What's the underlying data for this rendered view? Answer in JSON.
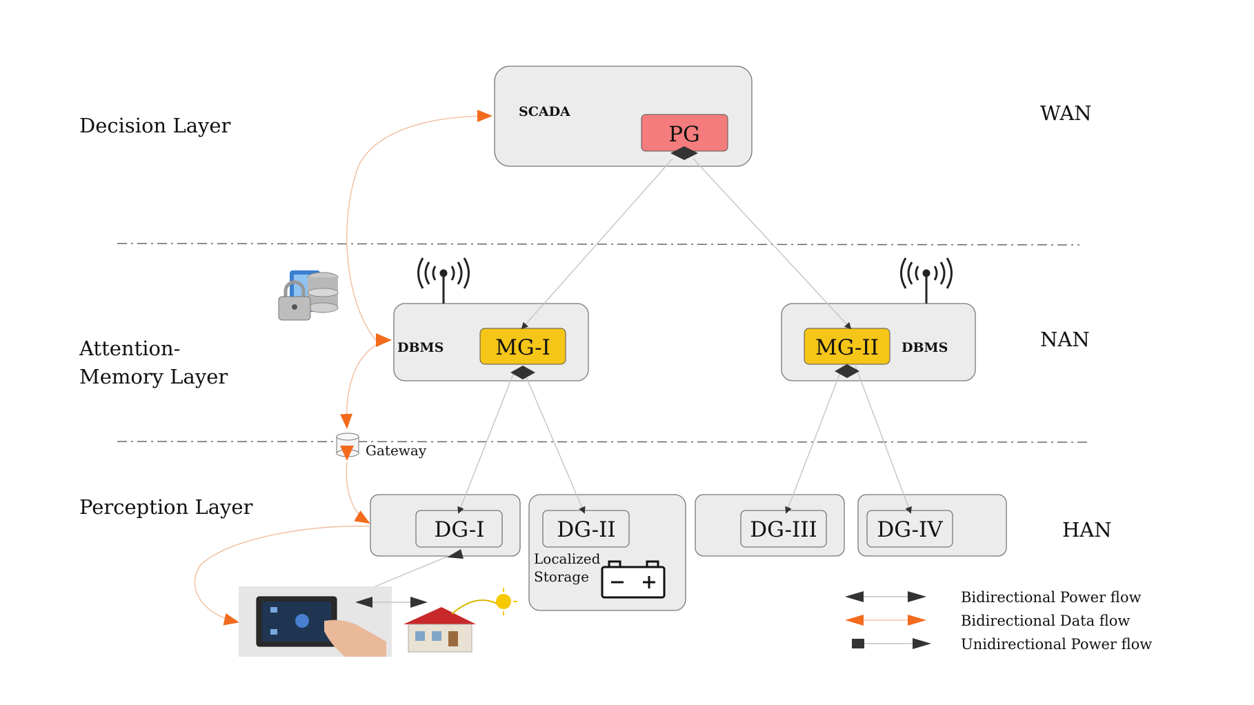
{
  "layers": {
    "decision": "Decision Layer",
    "attention_line1": "Attention-",
    "attention_line2": "Memory Layer",
    "perception": "Perception Layer"
  },
  "networks": {
    "wan": "WAN",
    "nan": "NAN",
    "han": "HAN"
  },
  "nodes": {
    "scada": "SCADA",
    "pg": "PG",
    "mg1": "MG-I",
    "mg2": "MG-II",
    "dbms_left": "DBMS",
    "dbms_right": "DBMS",
    "dg1": "DG-I",
    "dg2": "DG-II",
    "dg3": "DG-III",
    "dg4": "DG-IV",
    "gateway": "Gateway",
    "storage_line1": "Localized",
    "storage_line2": "Storage"
  },
  "legend": {
    "bidirectional_power": "Bidirectional Power flow",
    "bidirectional_data": "Bidirectional Data flow",
    "unidirectional_power": "Unidirectional Power flow"
  },
  "colors": {
    "pg_fill": "#f47c7c",
    "mg_fill": "#f5c518",
    "box_fill": "#ececec",
    "data_arrow": "#f26b1d",
    "power_arrow": "#333333"
  },
  "icons": [
    "antenna-icon",
    "database-lock-icon",
    "gateway-icon",
    "battery-icon",
    "touch-panel-image",
    "solar-house-image"
  ]
}
